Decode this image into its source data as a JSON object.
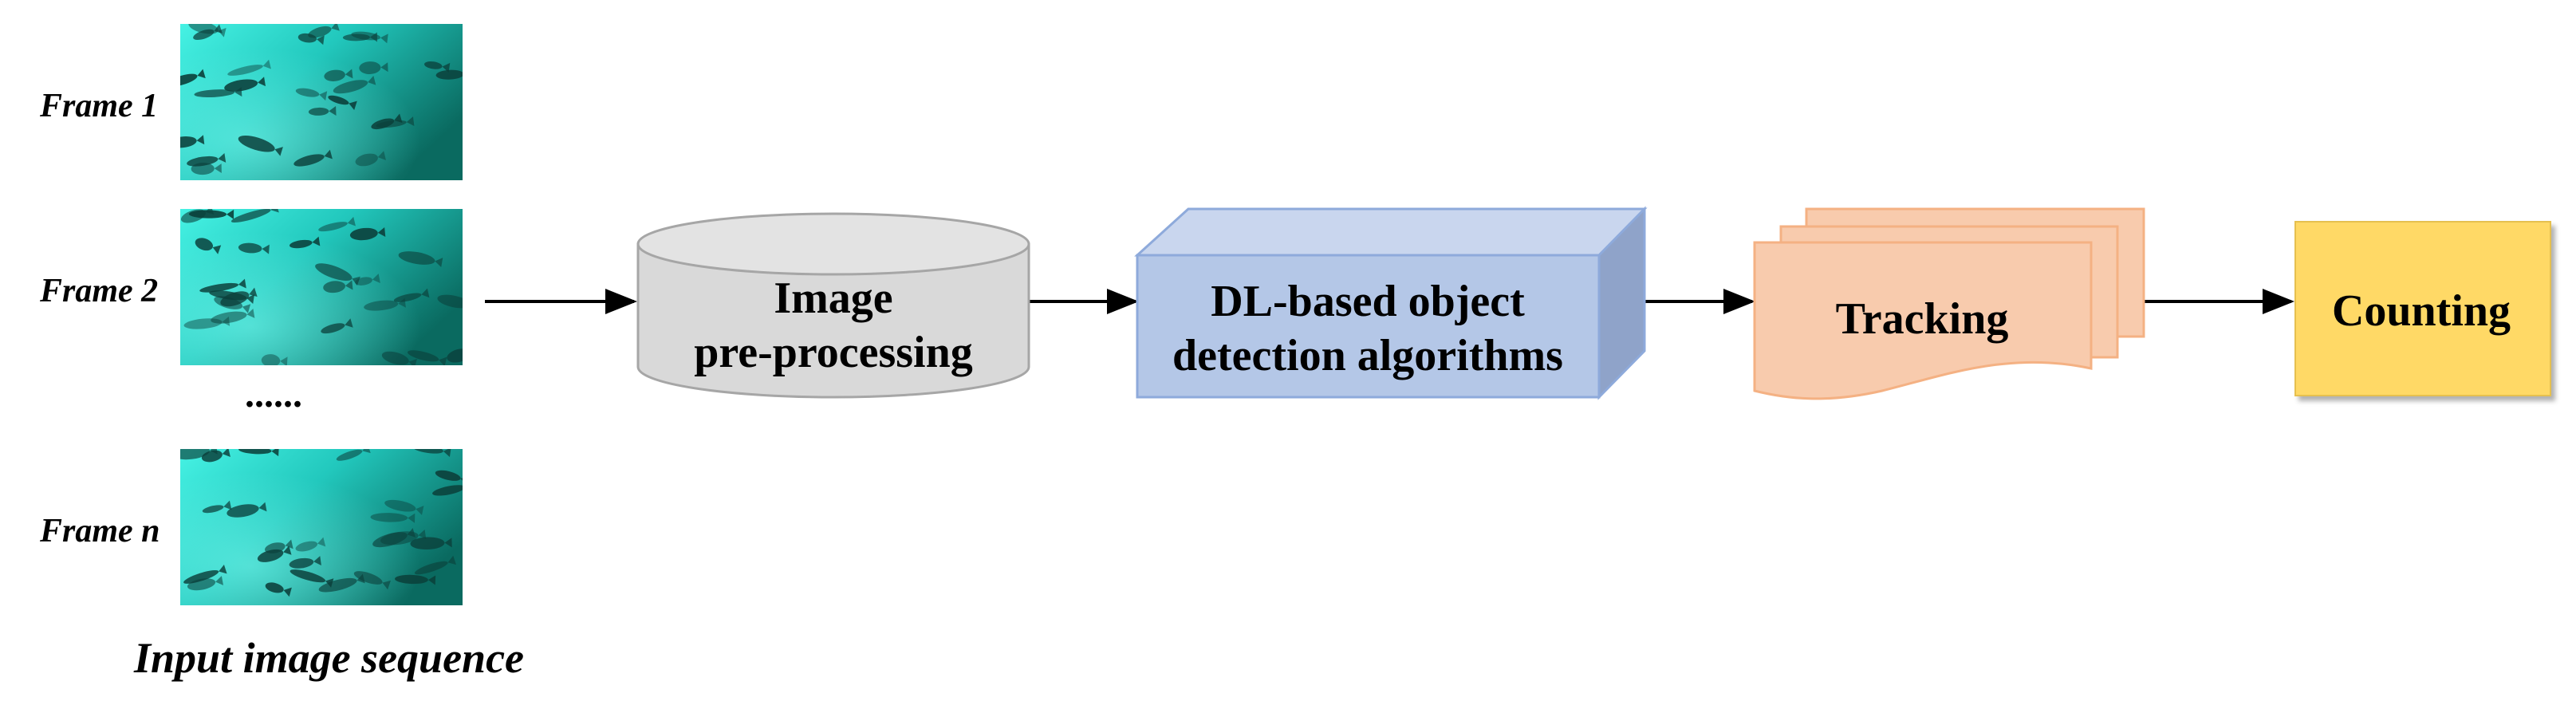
{
  "frames": [
    {
      "label": "Frame 1"
    },
    {
      "label": "Frame 2"
    },
    {
      "label": "Frame n"
    }
  ],
  "ellipsis": "......",
  "input_caption": "Input image sequence",
  "steps": {
    "preprocessing": {
      "line1": "Image",
      "line2": "pre-processing"
    },
    "detection": {
      "line1": "DL-based object",
      "line2": "detection algorithms"
    },
    "tracking": {
      "label": "Tracking"
    },
    "counting": {
      "label": "Counting"
    }
  },
  "colors": {
    "water_light": "#35e8dc",
    "water_dark": "#0a6a60",
    "cylinder": "#d9d9d9",
    "cylinder_stroke": "#a6a6a6",
    "detection_front": "#b4c7e7",
    "detection_top": "#c9d6ee",
    "detection_side": "#8fa3c9",
    "detection_stroke": "#8eaadb",
    "tracking": "#f8cbad",
    "tracking_stroke": "#f4b183",
    "counting": "#ffd966",
    "counting_stroke": "#e6c050",
    "arrow": "#000000"
  },
  "icons": [
    "fish-school-image",
    "arrow-right-icon"
  ]
}
